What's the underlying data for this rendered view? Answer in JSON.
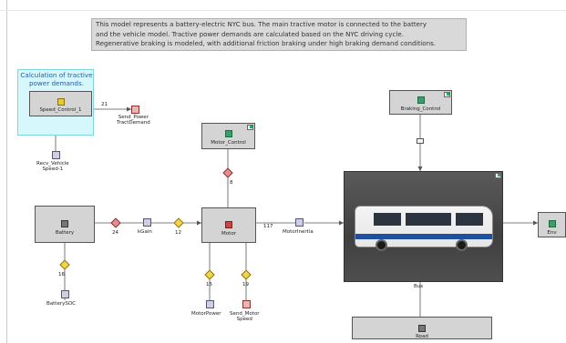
{
  "description": {
    "lines": [
      "This model represents a battery-electric NYC bus. The main tractive motor is connected to the battery",
      "and the vehicle model. Tractive power demands are calculated based on the NYC driving cycle.",
      "Regenerative braking is modeled, with additional friction braking under high braking demand conditions."
    ]
  },
  "note": {
    "title_lines": [
      "Calculation of tractive",
      "power demands."
    ]
  },
  "blocks": {
    "speed_control": "Speed_Control_1",
    "motor_control": "Motor_Control",
    "braking_control": "Braking_Control",
    "battery": "Battery",
    "motor": "Motor",
    "road": "Road",
    "env": "Env"
  },
  "signals": {
    "send_power": [
      "Send_Power",
      "TractDemand"
    ],
    "recv_vehicle": [
      "Recv_Vehicle",
      "Speed-1"
    ],
    "battery_soc": "BatterySOC",
    "motor_power": "MotorPower",
    "send_motor_speed": [
      "Send_Motor",
      "Speed"
    ],
    "kgain": "kGain",
    "motor_inertia": "MotorInertia"
  },
  "connections": {
    "c21": "21",
    "c24": "24",
    "c12": "12",
    "c117": "117",
    "c8": "8",
    "c16": "16",
    "c15": "15",
    "c19": "19",
    "bus_port": "Bus"
  }
}
